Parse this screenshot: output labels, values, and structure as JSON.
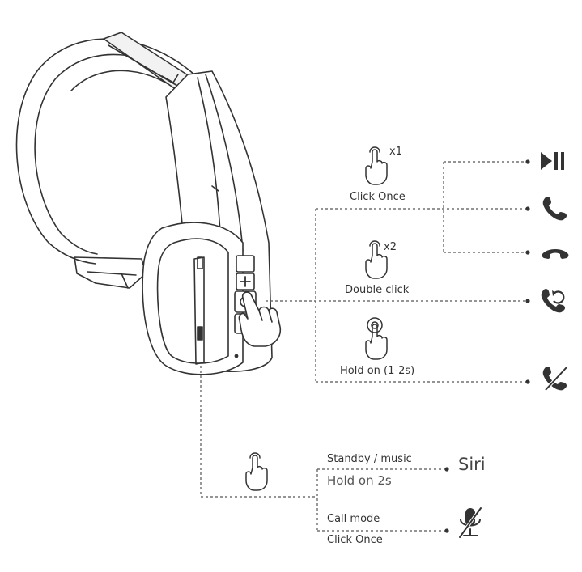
{
  "button_actions": {
    "click_once": {
      "label": "Click Once",
      "count": "x1"
    },
    "double_click": {
      "label": "Double click",
      "count": "x2"
    },
    "hold_on": {
      "label": "Hold on (1-2s)"
    }
  },
  "results": {
    "play_pause_icon": "play-pause-icon",
    "answer_call_icon": "phone-answer-icon",
    "hang_up_icon": "phone-hangup-icon",
    "redial_icon": "phone-redial-icon",
    "reject_icon": "phone-reject-icon"
  },
  "mfb": {
    "standby_label": "Standby / music",
    "standby_action": "Hold on 2s",
    "siri_label": "Siri",
    "call_label": "Call mode",
    "call_action": "Click Once",
    "mute_icon": "mic-mute-icon"
  },
  "colors": {
    "line": "#333333",
    "dash": "#555555"
  }
}
